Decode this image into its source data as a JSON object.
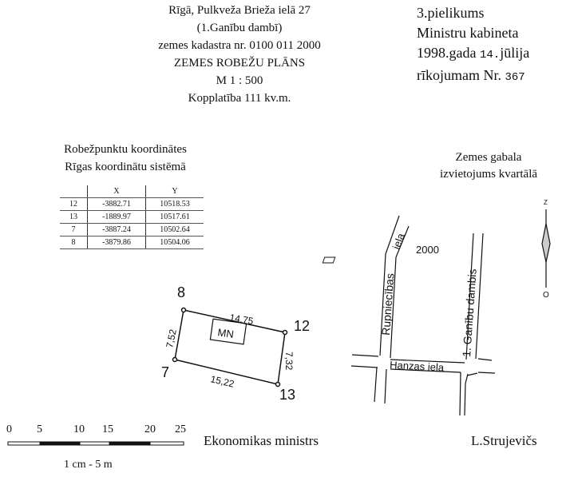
{
  "header": {
    "lines": [
      "Rīgā, Pulkveža Brieža ielā 27",
      "(1.Ganību dambī)",
      "zemes kadastra nr. 0100 011 2000",
      "ZEMES ROBEŽU PLĀNS",
      "M 1 : 500",
      "Kopplatība 111 kv.m."
    ]
  },
  "appendix": {
    "line1": "3.pielikums",
    "line2": "Ministru kabineta",
    "line3_a": "1998.gada",
    "line3_b": "14.",
    "line3_c": "jūlija",
    "line4_a": "rīkojumam Nr.",
    "line4_b": "367"
  },
  "coords": {
    "title1": "Robežpunktu koordinātes",
    "title2": "Rīgas koordinātu sistēmā",
    "headers": [
      "",
      "X",
      "Y"
    ],
    "rows": [
      [
        "12",
        "-3882.71",
        "10518.53"
      ],
      [
        "13",
        "-1889.97",
        "10517.61"
      ],
      [
        "7",
        "-3887.24",
        "10502.64"
      ],
      [
        "8",
        "-3879.86",
        "10504.06"
      ]
    ]
  },
  "location": {
    "title1": "Zemes gabala",
    "title2": "izvietojums kvartālā",
    "street1": "Rupniecības iela",
    "street1_a": "Rupniecības",
    "street1_b": "iela",
    "street2": "1. Ganību dambis",
    "street3": "Hanzas iela",
    "parcel": "2000",
    "north": "Z",
    "south": "O"
  },
  "plan": {
    "points": [
      "8",
      "12",
      "13",
      "7"
    ],
    "sides": [
      "14.75",
      "7,32",
      "15,22",
      "7,52"
    ],
    "building": "MN"
  },
  "scale": {
    "ticks": [
      "0",
      "5",
      "10",
      "15",
      "20",
      "25"
    ],
    "caption": "1 cm - 5 m"
  },
  "footer": {
    "minister": "Ekonomikas ministrs",
    "name": "L.Strujevičs"
  }
}
